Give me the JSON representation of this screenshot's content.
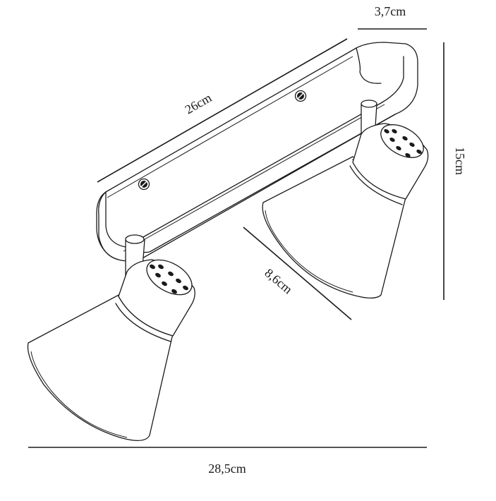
{
  "dimensions": {
    "width_label": "26cm",
    "depth_label": "3,7cm",
    "height_label": "15cm",
    "shade_label": "8,6cm",
    "total_width_label": "28,5cm"
  },
  "colors": {
    "line": "#1a1a1a",
    "background": "#ffffff"
  }
}
